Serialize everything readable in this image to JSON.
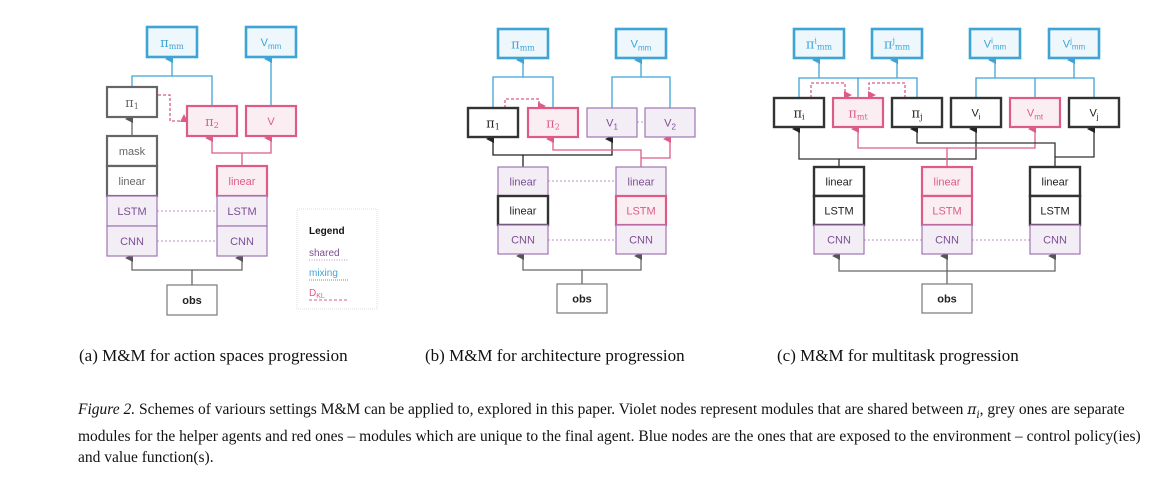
{
  "colors": {
    "blue": "#3ea4d6",
    "blue_fill": "#eef7fc",
    "pink": "#dd5c86",
    "pink_fill": "#fbeef2",
    "violet": "#a275b3",
    "violet_fill": "#f3eef6",
    "violet_text": "#7c4f92",
    "grey": "#555555",
    "black": "#333333"
  },
  "legend": {
    "title": "Legend",
    "items": [
      {
        "label": "shared",
        "kind": "shared"
      },
      {
        "label": "mixing",
        "kind": "mixing"
      },
      {
        "label": "D",
        "sub": "KL",
        "kind": "dkl"
      }
    ]
  },
  "panels": [
    {
      "id": "a",
      "caption": "(a) M&M for action spaces progression",
      "nodes": [
        {
          "id": "pi_mm",
          "main": "π",
          "sub": "mm",
          "style": "blue"
        },
        {
          "id": "v_mm",
          "main": "V",
          "sub": "mm",
          "style": "blue"
        },
        {
          "id": "pi1",
          "main": "π",
          "sub": "1",
          "style": "grey"
        },
        {
          "id": "pi2",
          "main": "π",
          "sub": "2",
          "style": "pink"
        },
        {
          "id": "v",
          "main": "V",
          "sub": "",
          "style": "pink"
        },
        {
          "id": "mask",
          "main": "mask",
          "style": "grey"
        },
        {
          "id": "linear_l",
          "main": "linear",
          "style": "grey"
        },
        {
          "id": "lstm_l",
          "main": "LSTM",
          "style": "violet"
        },
        {
          "id": "cnn_l",
          "main": "CNN",
          "style": "violet"
        },
        {
          "id": "linear_r",
          "main": "linear",
          "style": "pink"
        },
        {
          "id": "lstm_r",
          "main": "LSTM",
          "style": "violet"
        },
        {
          "id": "cnn_r",
          "main": "CNN",
          "style": "violet"
        },
        {
          "id": "obs",
          "main": "obs",
          "style": "obs"
        }
      ]
    },
    {
      "id": "b",
      "caption": "(b) M&M for architecture progression",
      "nodes": [
        {
          "id": "pi_mm",
          "main": "π",
          "sub": "mm",
          "style": "blue"
        },
        {
          "id": "v_mm",
          "main": "V",
          "sub": "mm",
          "style": "blue"
        },
        {
          "id": "pi1",
          "main": "π",
          "sub": "1",
          "style": "black"
        },
        {
          "id": "pi2",
          "main": "π",
          "sub": "2",
          "style": "pink"
        },
        {
          "id": "v1",
          "main": "V",
          "sub": "1",
          "style": "violet"
        },
        {
          "id": "v2",
          "main": "V",
          "sub": "2",
          "style": "violet"
        },
        {
          "id": "linear_top_l",
          "main": "linear",
          "style": "violet"
        },
        {
          "id": "linear_mid_l",
          "main": "linear",
          "style": "black"
        },
        {
          "id": "cnn_l",
          "main": "CNN",
          "style": "violet"
        },
        {
          "id": "linear_top_r",
          "main": "linear",
          "style": "violet"
        },
        {
          "id": "lstm_r",
          "main": "LSTM",
          "style": "pink"
        },
        {
          "id": "cnn_r",
          "main": "CNN",
          "style": "violet"
        },
        {
          "id": "obs",
          "main": "obs",
          "style": "obs"
        }
      ]
    },
    {
      "id": "c",
      "caption": "(c) M&M for multitask progression",
      "nodes": [
        {
          "id": "pi_mm_i",
          "main": "π",
          "sup": "i",
          "sub": "mm",
          "style": "blue"
        },
        {
          "id": "pi_mm_j",
          "main": "π",
          "sup": "j",
          "sub": "mm",
          "style": "blue"
        },
        {
          "id": "v_mm_i",
          "main": "V",
          "sup": "i",
          "sub": "mm",
          "style": "blue"
        },
        {
          "id": "v_mm_j",
          "main": "V",
          "sup": "j",
          "sub": "mm",
          "style": "blue"
        },
        {
          "id": "pi_i",
          "main": "π",
          "sub": "i",
          "style": "black"
        },
        {
          "id": "pi_mt",
          "main": "π",
          "sub": "mt",
          "style": "pink"
        },
        {
          "id": "pi_j",
          "main": "π",
          "sub": "j",
          "style": "black"
        },
        {
          "id": "v_i",
          "main": "V",
          "sub": "i",
          "style": "black"
        },
        {
          "id": "v_mt",
          "main": "V",
          "sub": "mt",
          "style": "pink"
        },
        {
          "id": "v_j",
          "main": "V",
          "sub": "j",
          "style": "black"
        },
        {
          "id": "linear_i",
          "main": "linear",
          "style": "black"
        },
        {
          "id": "lstm_i",
          "main": "LSTM",
          "style": "black"
        },
        {
          "id": "cnn_i",
          "main": "CNN",
          "style": "violet"
        },
        {
          "id": "linear_mt",
          "main": "linear",
          "style": "pink"
        },
        {
          "id": "lstm_mt",
          "main": "LSTM",
          "style": "pink"
        },
        {
          "id": "cnn_mt",
          "main": "CNN",
          "style": "violet"
        },
        {
          "id": "linear_j",
          "main": "linear",
          "style": "black"
        },
        {
          "id": "lstm_j",
          "main": "LSTM",
          "style": "black"
        },
        {
          "id": "cnn_j",
          "main": "CNN",
          "style": "violet"
        },
        {
          "id": "obs",
          "main": "obs",
          "style": "obs"
        }
      ]
    }
  ],
  "caption": {
    "label": "Figure 2.",
    "line1": " Schemes of variours settings M&M can be applied to, explored in this paper.  Violet nodes represent modules that are shared between ",
    "math_main": "π",
    "math_sub": "i",
    "line2": ", grey ones are separate modules for the helper agents and red ones – modules which are unique to the final agent.  Blue nodes are the ones that are exposed to the environment – control policy(ies) and value function(s)."
  }
}
